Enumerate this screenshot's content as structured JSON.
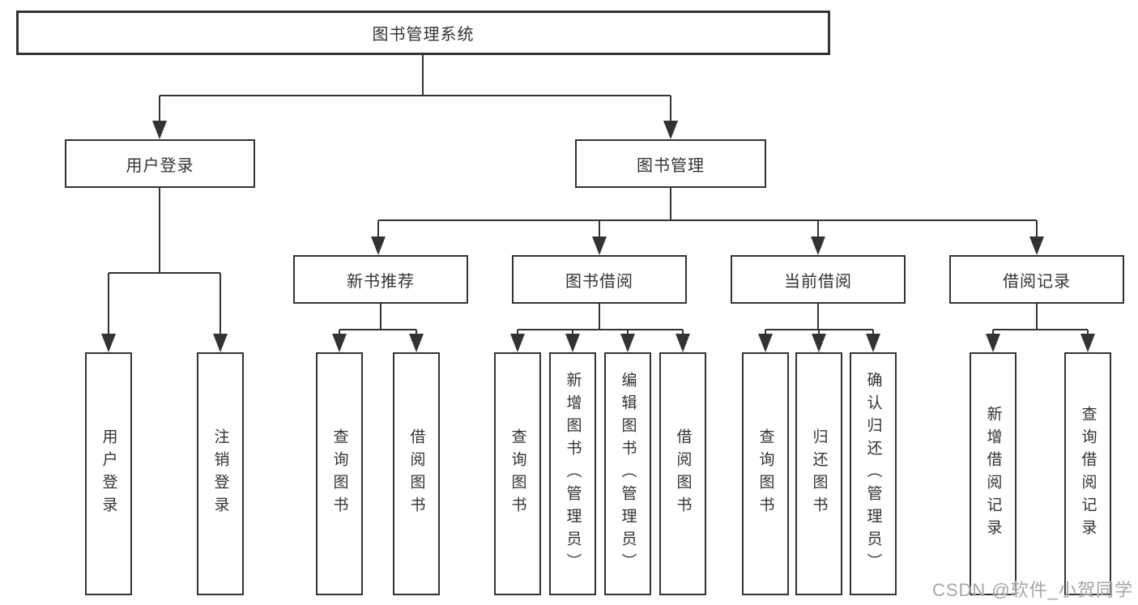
{
  "colors": {
    "line": "#333333",
    "box_border": "#333333",
    "text": "#333333",
    "background": "#ffffff",
    "watermark": "#a6a6a6"
  },
  "watermark": {
    "text": "CSDN @软件_小贺同学"
  },
  "diagram": {
    "root": {
      "label": "图书管理系统"
    },
    "branches": [
      {
        "label": "用户登录",
        "leaves": [
          {
            "label": "用户登录"
          },
          {
            "label": "注销登录"
          }
        ]
      },
      {
        "label": "图书管理",
        "groups": [
          {
            "label": "新书推荐",
            "leaves": [
              {
                "label": "查询图书"
              },
              {
                "label": "借阅图书"
              }
            ]
          },
          {
            "label": "图书借阅",
            "leaves": [
              {
                "label": "查询图书"
              },
              {
                "label": "新增图书（管理员）"
              },
              {
                "label": "编辑图书（管理员）"
              },
              {
                "label": "借阅图书"
              }
            ]
          },
          {
            "label": "当前借阅",
            "leaves": [
              {
                "label": "查询图书"
              },
              {
                "label": "归还图书"
              },
              {
                "label": "确认归还（管理员）"
              }
            ]
          },
          {
            "label": "借阅记录",
            "leaves": [
              {
                "label": "新增借阅记录"
              },
              {
                "label": "查询借阅记录"
              }
            ]
          }
        ]
      }
    ]
  }
}
